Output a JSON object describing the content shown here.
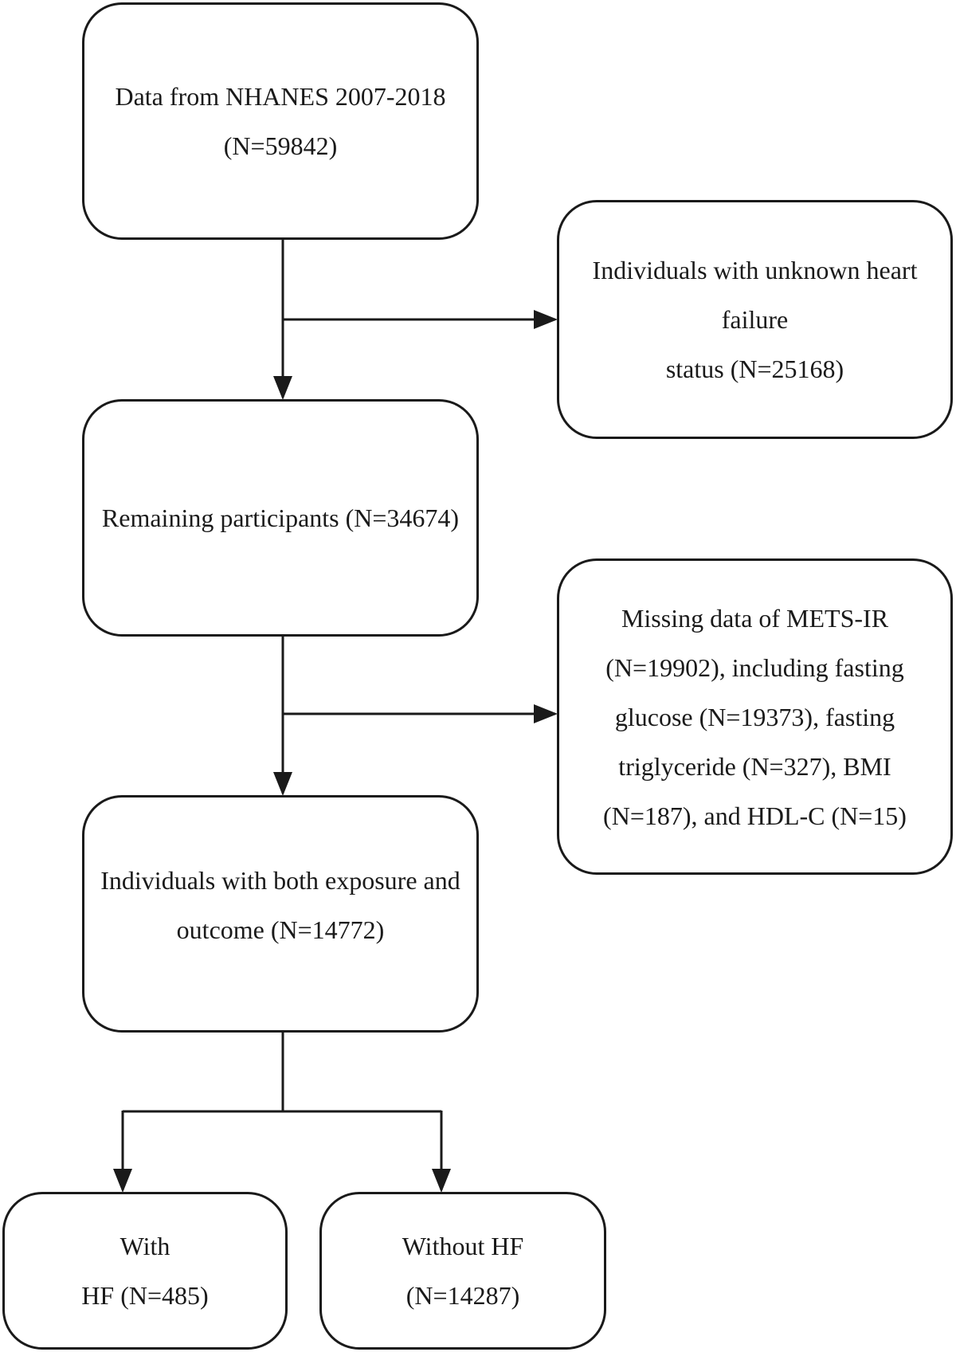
{
  "flowchart": {
    "start": {
      "lines": [
        "Data from NHANES 2007-2018",
        "(N=59842)"
      ]
    },
    "exclusion_1": {
      "lines": [
        "Individuals with unknown heart",
        "failure",
        "status (N=25168)"
      ]
    },
    "remaining": {
      "lines": [
        "Remaining participants (N=34674)"
      ]
    },
    "exclusion_2": {
      "lines": [
        "Missing data of METS-IR",
        "(N=19902), including fasting",
        "glucose (N=19373), fasting",
        "triglyceride (N=327), BMI",
        "(N=187), and HDL-C (N=15)"
      ]
    },
    "final": {
      "lines": [
        "Individuals with both exposure and",
        "outcome (N=14772)"
      ]
    },
    "with_hf": {
      "lines": [
        "With",
        "HF (N=485)"
      ]
    },
    "without_hf": {
      "lines": [
        "Without HF",
        "(N=14287)"
      ]
    }
  },
  "colors": {
    "line": "#1a1a1a",
    "background": "#ffffff"
  }
}
